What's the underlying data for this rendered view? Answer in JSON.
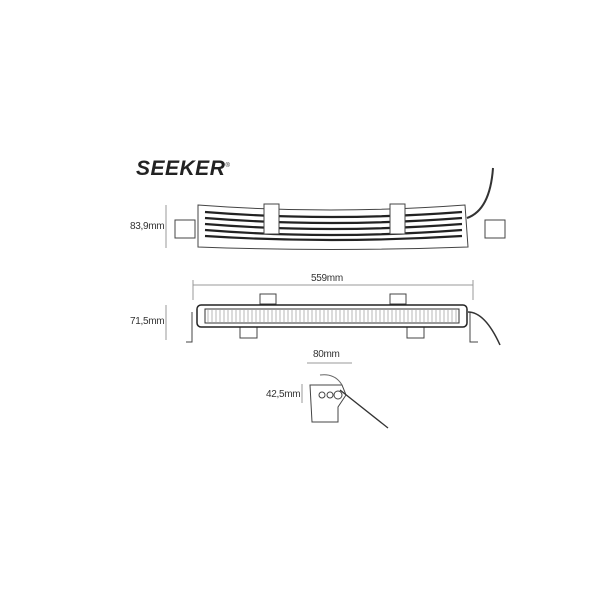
{
  "brand": "SEEKER",
  "brand_mark": "®",
  "dimensions": {
    "height_side": "83,9mm",
    "length": "559mm",
    "height_front": "71,5mm",
    "depth": "80mm",
    "height_end": "42,5mm"
  }
}
